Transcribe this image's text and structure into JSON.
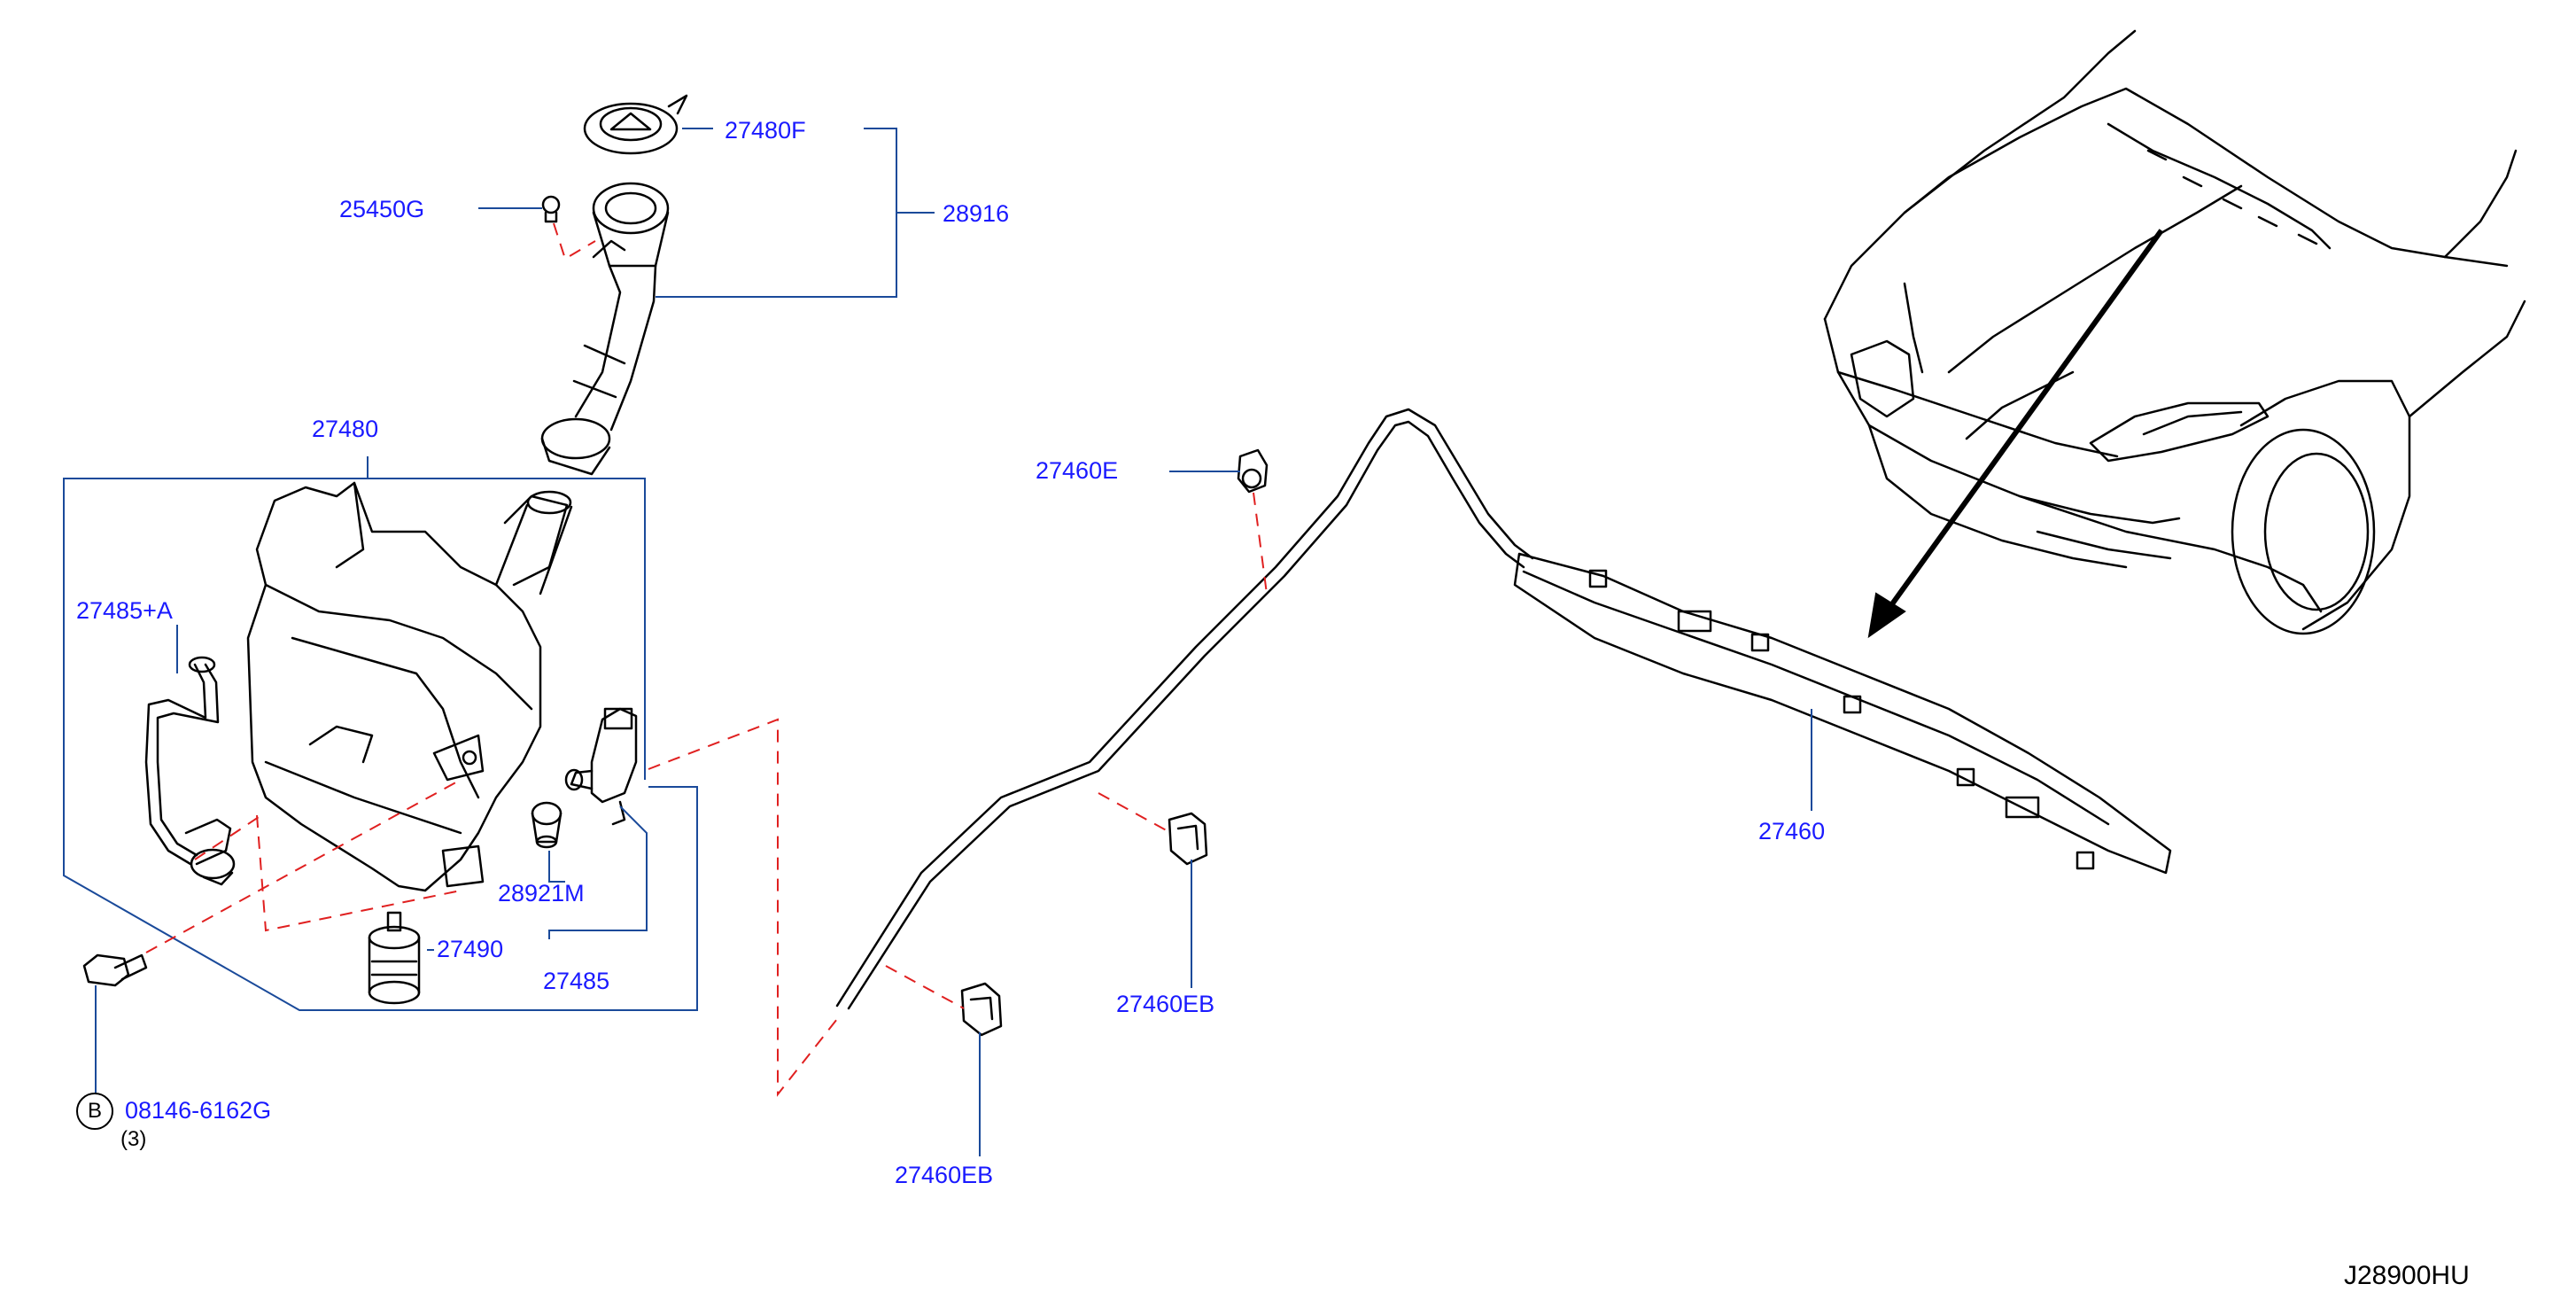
{
  "diagram_ref": "J28900HU",
  "colors": {
    "label": "#1a1aff",
    "leader": "#1a4a9a",
    "dashed": "#e02020",
    "outline": "#000000"
  },
  "labels": {
    "cap": "27480F",
    "screw": "25450G",
    "filler_pipe": "28916",
    "tank": "27480",
    "hose_a": "27485+A",
    "grommet": "28921M",
    "sensor": "27490",
    "pump": "27485",
    "bolt": "08146-6162G",
    "bolt_qty": "(3)",
    "bolt_mark": "B",
    "clip_e": "27460E",
    "clip_eb_1": "27460EB",
    "clip_eb_2": "27460EB",
    "washer_tube": "27460"
  }
}
